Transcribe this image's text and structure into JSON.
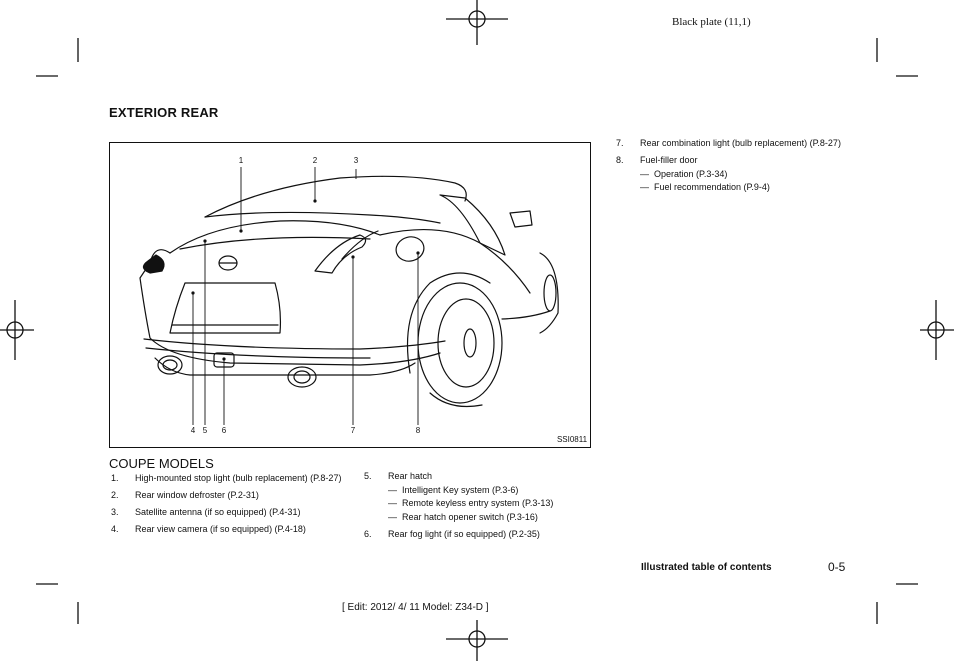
{
  "plate_info": "Black plate (11,1)",
  "section_heading": "EXTERIOR REAR",
  "figure": {
    "id": "SSI0811",
    "callouts": [
      "1",
      "2",
      "3",
      "4",
      "5",
      "6",
      "7",
      "8"
    ],
    "icon": "car-rear-three-quarter-illustration"
  },
  "caption": "COUPE MODELS",
  "items_left": [
    {
      "num": "1.",
      "text": "High-mounted stop light (bulb replacement) (P.8-27)"
    },
    {
      "num": "2.",
      "text": "Rear window defroster (P.2-31)"
    },
    {
      "num": "3.",
      "text": "Satellite antenna (if so equipped) (P.4-31)"
    },
    {
      "num": "4.",
      "text": "Rear view camera (if so equipped) (P.4-18)"
    }
  ],
  "items_mid": [
    {
      "num": "5.",
      "text": "Rear hatch",
      "subs": [
        "Intelligent Key system (P.3-6)",
        "Remote keyless entry system (P.3-13)",
        "Rear hatch opener switch (P.3-16)"
      ]
    },
    {
      "num": "6.",
      "text": "Rear fog light (if so equipped) (P.2-35)"
    }
  ],
  "items_right": [
    {
      "num": "7.",
      "text": "Rear combination light (bulb replacement) (P.8-27)"
    },
    {
      "num": "8.",
      "text": "Fuel-filler door",
      "subs": [
        "Operation (P.3-34)",
        "Fuel recommendation (P.9-4)"
      ]
    }
  ],
  "sub_dash": "—",
  "footer": {
    "section_title": "Illustrated table of contents",
    "page_number": "0-5"
  },
  "edit_line": "[ Edit: 2012/ 4/ 11   Model:  Z34-D ]"
}
